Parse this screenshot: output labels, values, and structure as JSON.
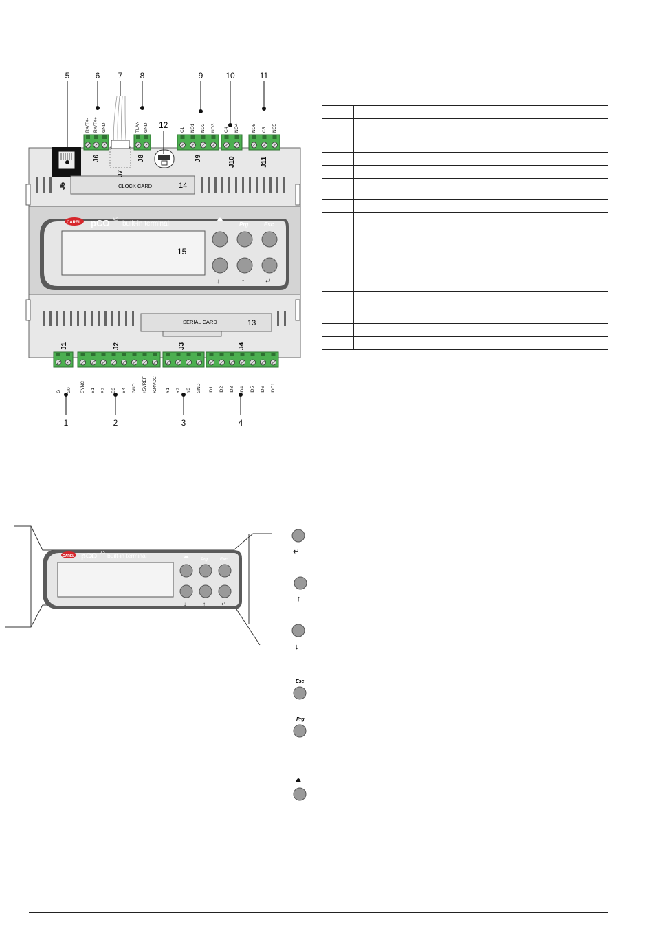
{
  "board": {
    "callouts_top": [
      "5",
      "6",
      "7",
      "8",
      "9",
      "10",
      "11"
    ],
    "callout_12": "12",
    "callouts_bottom": [
      "1",
      "2",
      "3",
      "4"
    ],
    "connectors_top": [
      "J5",
      "J6",
      "J7",
      "J8",
      "J9",
      "J10",
      "J11"
    ],
    "connectors_bottom": [
      "J1",
      "J2",
      "J3",
      "J4"
    ],
    "pins_top": {
      "J6": [
        "RX/TX-",
        "RX/TX+",
        "GND"
      ],
      "J8": [
        "TLAN",
        "GND"
      ],
      "J9": [
        "C1",
        "NO1",
        "NO2",
        "NO3"
      ],
      "J10": [
        "C4",
        "NO4"
      ],
      "J11": [
        "NO5",
        "C5",
        "NC5"
      ]
    },
    "pins_bottom": {
      "J1": [
        "G",
        "G0"
      ],
      "J2": [
        "SYNC",
        "B1",
        "B2",
        "B3",
        "B4",
        "GND",
        "+5VREF",
        "+24VDC"
      ],
      "J3": [
        "Y1",
        "Y2",
        "Y3",
        "GND"
      ],
      "J4": [
        "ID1",
        "ID2",
        "ID3",
        "ID4",
        "ID5",
        "ID6",
        "IDC1"
      ]
    },
    "clock_card": "CLOCK CARD",
    "clock_card_num": "14",
    "serial_card": "SERIAL CARD",
    "serial_card_num": "13",
    "display_num": "15",
    "brand": "CAREL",
    "product": "pCO",
    "product_sup": "XS",
    "terminal": "built-in terminal"
  },
  "terminal_keys": {
    "prg": "Prg",
    "esc": "Esc"
  },
  "colors": {
    "terminal_green": "#4caf50",
    "brand_red": "#d6262b",
    "key_grey": "#9a9a9a"
  }
}
